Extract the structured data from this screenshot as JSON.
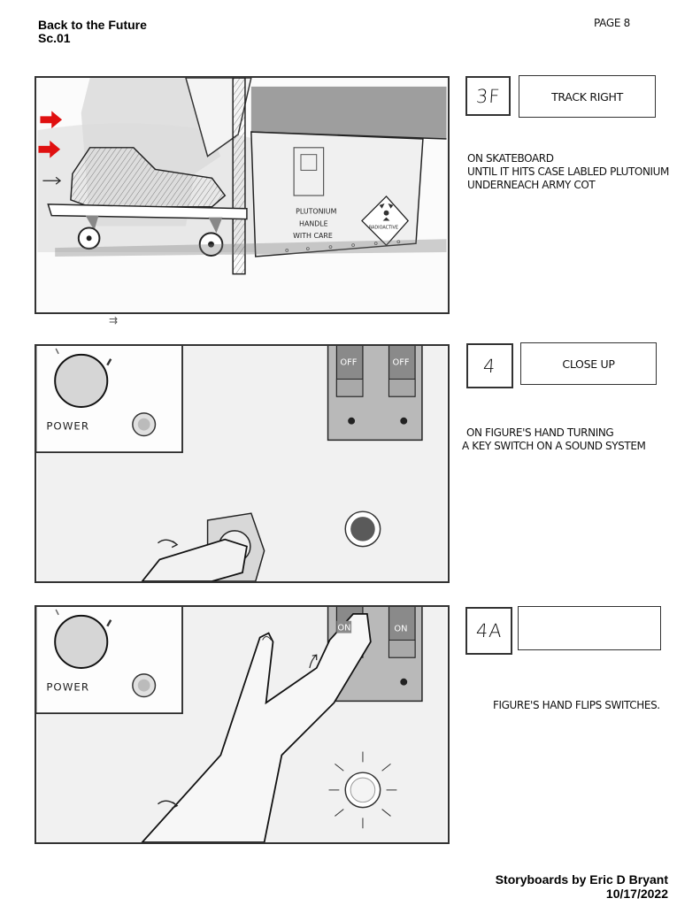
{
  "header": {
    "title": "Back to the Future",
    "scene": "Sc.01",
    "page": "PAGE 8"
  },
  "panels": [
    {
      "shot": "3F",
      "shot_type": "TRACK RIGHT",
      "description": [
        "ON SKATEBOARD",
        "UNTIL IT HITS CASE LABLED PLUTONIUM",
        "UNDERNEACH ARMY COT"
      ],
      "drawing": {
        "case_text": [
          "PLUTONIUM",
          "HANDLE",
          "WITH CARE"
        ],
        "placard_text": "RADIOACTIVE",
        "accent_color": "#e01010"
      }
    },
    {
      "shot": "4",
      "shot_type": "CLOSE UP",
      "description": [
        "ON FIGURE'S HAND TURNING",
        "A KEY SWITCH ON A SOUND SYSTEM"
      ],
      "drawing": {
        "knob_label": "POWER",
        "switch_labels": [
          "OFF",
          "OFF"
        ]
      }
    },
    {
      "shot": "4A",
      "shot_type": "",
      "description": [
        "FIGURE'S HAND FLIPS SWITCHES."
      ],
      "drawing": {
        "knob_label": "POWER",
        "switch_labels": [
          "ON",
          "ON"
        ]
      }
    }
  ],
  "between_panels_marker": "⇉",
  "footer": {
    "credit": "Storyboards by Eric D Bryant",
    "date": "10/17/2022"
  }
}
